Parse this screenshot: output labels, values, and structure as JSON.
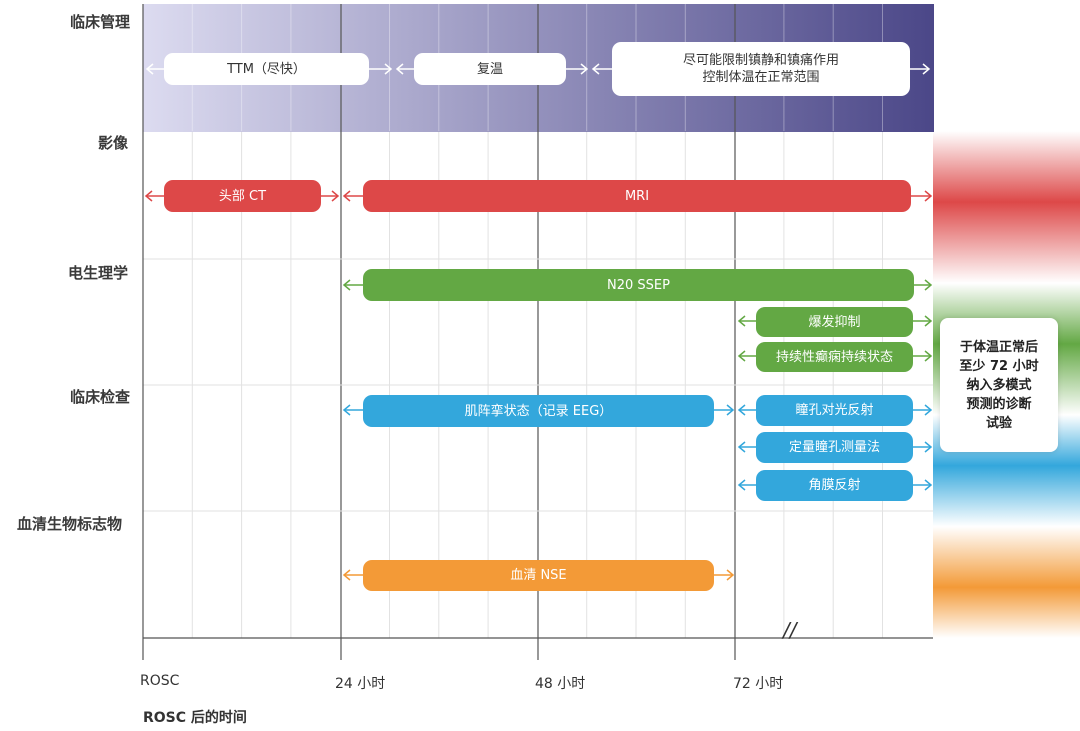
{
  "categories": [
    "临床管理",
    "影像",
    "电生理学",
    "临床检查",
    "血清生物标志物"
  ],
  "time_ticks": [
    "ROSC",
    "24 小时",
    "48 小时",
    "72 小时"
  ],
  "axis_title": "ROSC 后的时间",
  "break_mark": "//",
  "bars": {
    "ttm": "TTM（尽快）",
    "rewarm": "复温",
    "sedation_line1": "尽可能限制镇静和镇痛作用",
    "sedation_line2": "控制体温在正常范围",
    "head_ct": "头部 CT",
    "mri": "MRI",
    "ssep": "N20 SSEP",
    "burst": "爆发抑制",
    "status_epi": "持续性癫痫持续状态",
    "myoclonus": "肌阵挛状态（记录 EEG）",
    "pupil_light": "瞳孔对光反射",
    "quant_pupil": "定量瞳孔测量法",
    "corneal": "角膜反射",
    "nse": "血清 NSE"
  },
  "note": [
    "于体温正常后",
    "至少 72 小时",
    "纳入多模式",
    "预测的诊断",
    "试验"
  ],
  "colors": {
    "red": "#dd4848",
    "green": "#63a844",
    "blue": "#33a7dc",
    "orange": "#f39a37",
    "purple_dark": "#4b4788",
    "purple_light": "#dcdbf0"
  }
}
